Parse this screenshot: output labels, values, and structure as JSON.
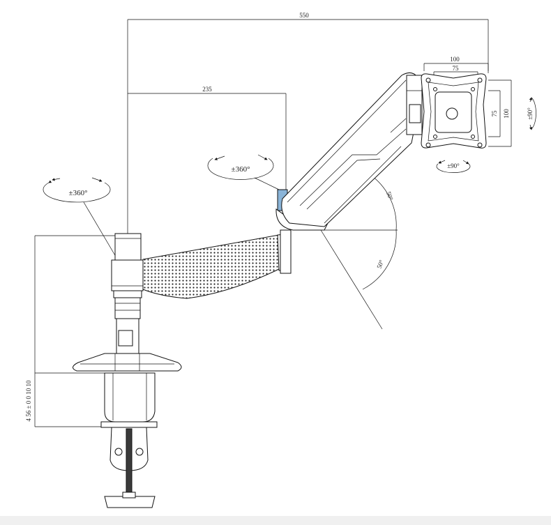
{
  "dimensions": {
    "total_reach": "550",
    "first_arm": "235",
    "vesa_outer_w": "100",
    "vesa_inner_w": "75",
    "vesa_inner_h": "75",
    "vesa_outer_h": "100",
    "clamp_range": "4 56 ± 0 0 10 10"
  },
  "rotations": {
    "base_swivel": "±360°",
    "arm_swivel": "±360°",
    "head_rotate": "±90°",
    "head_tilt": "±90°"
  },
  "angles": {
    "tilt_up": "50°",
    "tilt_down": "50°"
  },
  "colors": {
    "line": "#111111",
    "fill_dark": "#3a3a3a",
    "accent_blue": "#8ab4d8",
    "footer": "#f0f0f0"
  }
}
